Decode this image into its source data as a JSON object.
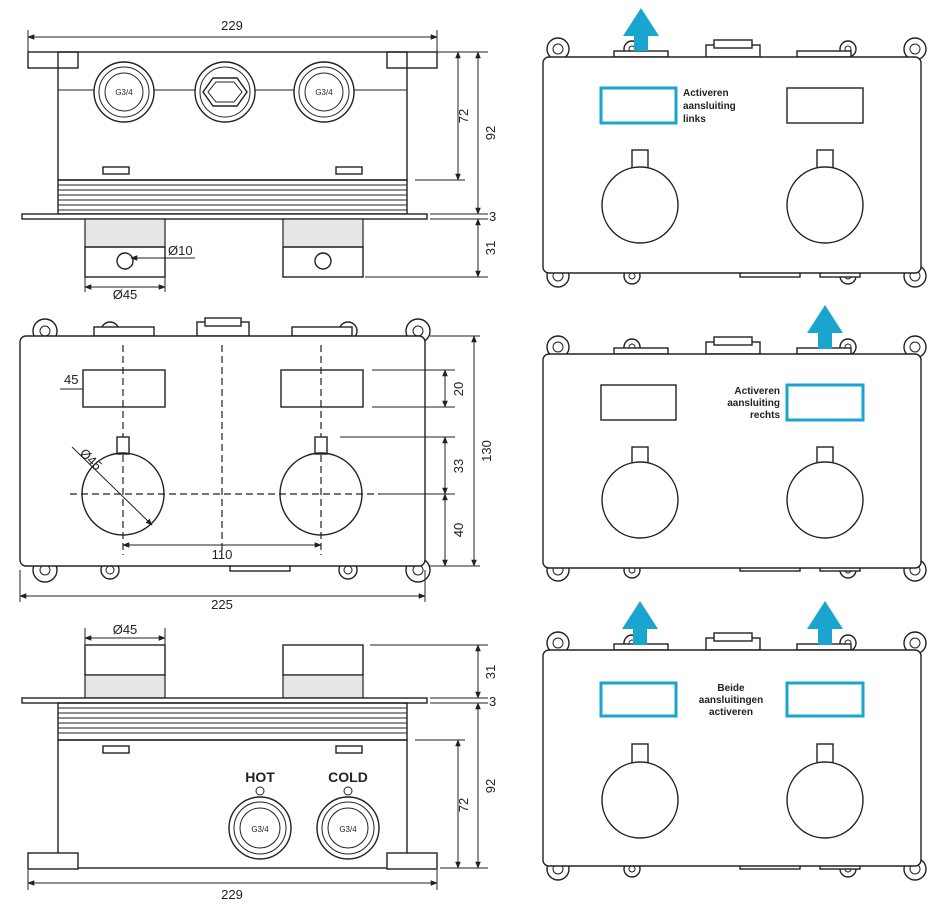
{
  "dimensions": {
    "top_width": "229",
    "top_height_72": "72",
    "top_height_92": "92",
    "top_thk_3": "3",
    "top_depth_31": "31",
    "top_dia_10": "Ø10",
    "top_dia_45": "Ø45",
    "front_45": "45",
    "front_20": "20",
    "front_130": "130",
    "front_dia_45": "Ø45",
    "front_33": "33",
    "front_40": "40",
    "front_110": "110",
    "front_225": "225",
    "bottom_dia_45": "Ø45",
    "bottom_31": "31",
    "bottom_3": "3",
    "bottom_72": "72",
    "bottom_92": "92",
    "bottom_width": "229"
  },
  "threads": {
    "label": "G3/4"
  },
  "ports": {
    "hot": "HOT",
    "cold": "COLD"
  },
  "variants": [
    {
      "line1": "Activeren",
      "line2": "aansluiting",
      "line3": "links"
    },
    {
      "line1": "Activeren",
      "line2": "aansluiting",
      "line3": "rechts"
    },
    {
      "line1": "Beide",
      "line2": "aansluitingen",
      "line3": "activeren"
    }
  ],
  "colors": {
    "accent": "#1aa5cf",
    "line": "#222222",
    "fill_grey": "#e6e6e6"
  }
}
